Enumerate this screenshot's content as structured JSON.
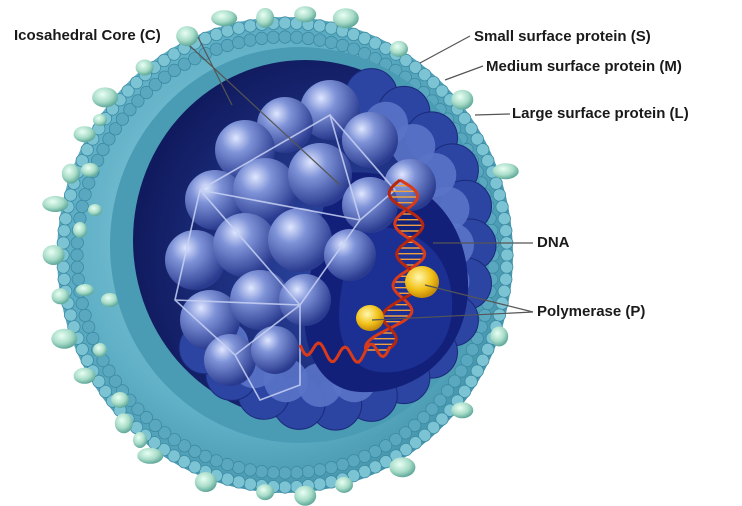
{
  "labels": {
    "core": "Icosahedral Core (C)",
    "small": "Small surface protein (S)",
    "medium": "Medium surface protein (M)",
    "large": "Large surface protein (L)",
    "dna": "DNA",
    "polymerase": "Polymerase (P)"
  },
  "colors": {
    "envelope": "#6fb8cc",
    "envelope_dark": "#3f8ea6",
    "interior": "#1a2a7a",
    "capsomer": "#5f75c4",
    "dna_strand": "#d83a1a",
    "polymerase": "#f2c21a",
    "surface_protein": "#a8dcc8",
    "leader_line": "#555555"
  }
}
